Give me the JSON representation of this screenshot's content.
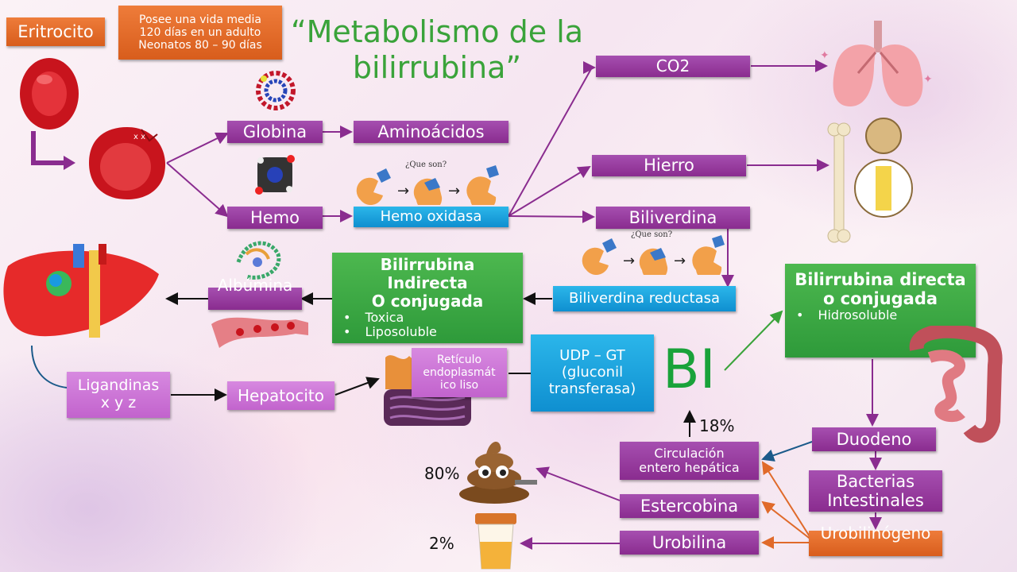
{
  "title": "“Metabolismo de la bilirrubina”",
  "header": {
    "eritrocito": "Eritrocito",
    "lifespan": [
      "Posee una vida media",
      "120 días en un adulto",
      "Neonatos 80 – 90 días"
    ]
  },
  "nodes": {
    "globina": "Globina",
    "aminoacidos": "Aminoácidos",
    "hemo": "Hemo",
    "hemo_oxidasa": "Hemo oxidasa",
    "co2": "CO2",
    "hierro": "Hierro",
    "biliverdina": "Biliverdina",
    "biliverdina_reductasa": "Biliverdina reductasa",
    "bili_indirecta_title": [
      "Bilirrubina",
      "Indirecta",
      "O conjugada"
    ],
    "bili_indirecta_items": [
      "Toxica",
      "Liposoluble"
    ],
    "albumina": "Albúmina",
    "ligandinas": [
      "Ligandinas",
      "x y z"
    ],
    "hepatocito": "Hepatocito",
    "reticulo": [
      "Retículo",
      "endoplasmát",
      "ico liso"
    ],
    "udp_gt": [
      "UDP – GT",
      "(gluconil",
      "transferasa)"
    ],
    "bi": "BI",
    "bili_directa_title": [
      "Bilirrubina directa",
      "o conjugada"
    ],
    "bili_directa_items": [
      "Hidrosoluble"
    ],
    "duodeno": "Duodeno",
    "bacterias": [
      "Bacterias",
      "Intestinales"
    ],
    "urobilinogeno": "Urobilinógeno",
    "circulacion": [
      "Circulación",
      "entero hepática"
    ],
    "estercobina": "Estercobina",
    "urobilina": "Urobilina"
  },
  "enzyme_caption": "¿Que son?",
  "percentages": {
    "enterohepatic": "18%",
    "feces": "80%",
    "urine": "2%"
  },
  "colors": {
    "title_green": "#3aa33a",
    "purple": "#8a2c8f",
    "orange": "#e0692a",
    "blue": "#139ad8",
    "green": "#36a03e",
    "pink": "#c76fd1",
    "bi_green": "#1aa23a"
  }
}
